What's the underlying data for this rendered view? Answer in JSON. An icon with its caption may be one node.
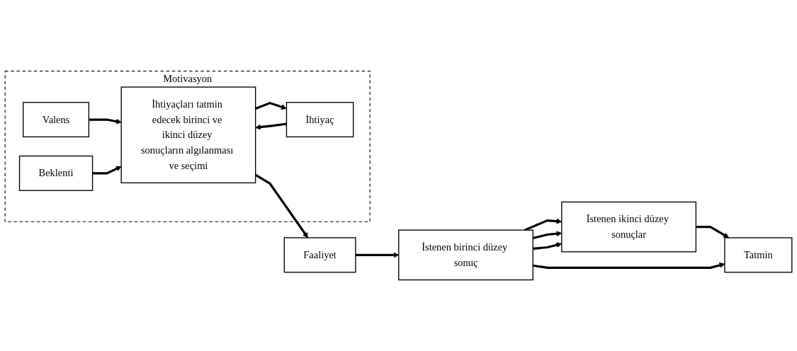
{
  "diagram": {
    "nodes": [
      {
        "text": [
          "Motivasyon"
        ]
      },
      {
        "text": [
          "Valens"
        ],
        "in": 0
      },
      {
        "text": [
          "İhtiyaç"
        ],
        "in": 0
      },
      {
        "text": [
          "İhtiyaçları tatmin edecek birinci ve ikinci düzey sonuçların algılanması ve seçimi"
        ],
        "in": 0
      },
      {
        "text": [
          "Beklenti"
        ],
        "in": 0
      },
      {
        "text": [
          "Faaliyet"
        ]
      },
      {
        "text": [
          "İstenen birinci düzey sonuç"
        ]
      },
      {
        "text": [
          "İstenen ikinci düzey sonuçlar"
        ]
      },
      {
        "text": [
          "Tatmin"
        ]
      }
    ],
    "edges": [
      {
        "from": 1,
        "to": 3,
        "arrow": "to"
      },
      {
        "from": 2,
        "to": 3,
        "arrow": "to"
      },
      {
        "from": 3,
        "to": 2,
        "arrow": "to"
      },
      {
        "from": 4,
        "to": 3,
        "arrow": "to"
      },
      {
        "from": 3,
        "to": 5,
        "arrow": "to"
      },
      {
        "from": 5,
        "to": 6,
        "arrow": "to"
      },
      {
        "from": 6,
        "to": 7,
        "arrow": "to"
      },
      {
        "from": 6,
        "to": 7,
        "arrow": "to"
      },
      {
        "from": 6,
        "to": 7,
        "arrow": "to"
      },
      {
        "from": 7,
        "to": 8,
        "arrow": "to"
      },
      {
        "from": 6,
        "to": 8,
        "arrow": "to"
      }
    ]
  }
}
